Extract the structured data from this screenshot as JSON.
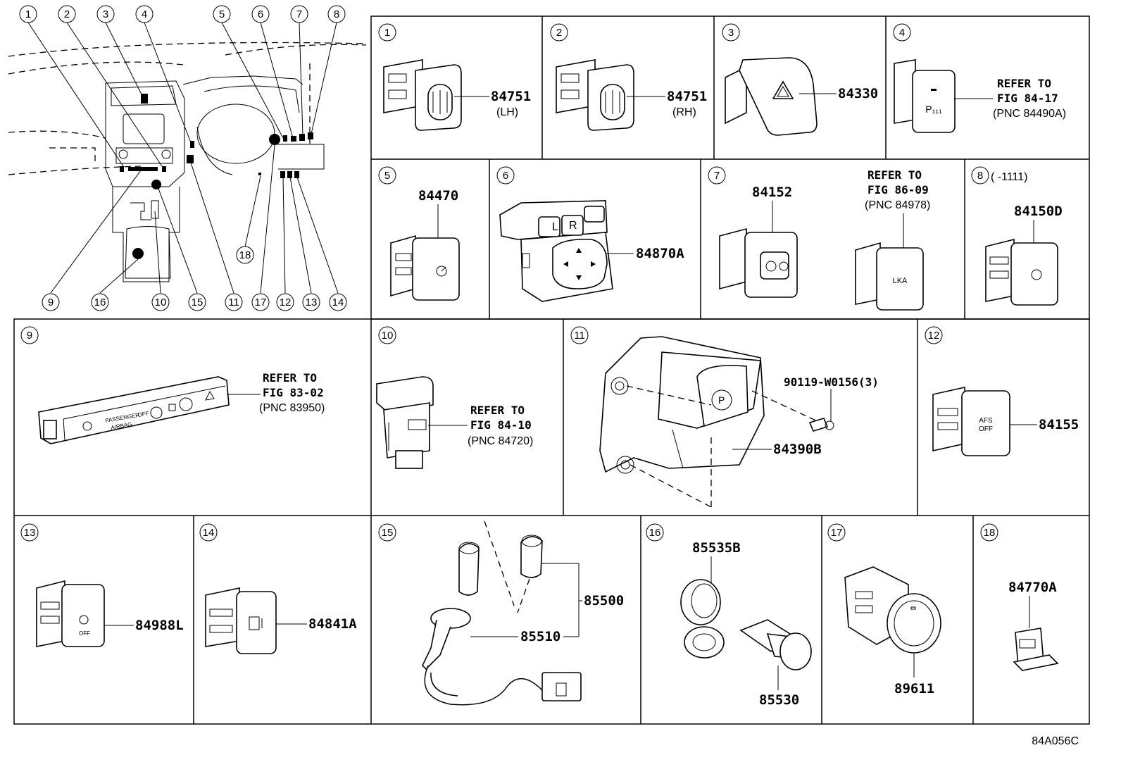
{
  "overview_callouts": [
    "1",
    "2",
    "3",
    "4",
    "5",
    "6",
    "7",
    "8",
    "9",
    "16",
    "10",
    "15",
    "11",
    "17",
    "12",
    "13",
    "14",
    "18"
  ],
  "panels": {
    "p1": {
      "num": "1",
      "pn": "84751",
      "sub": "(LH)"
    },
    "p2": {
      "num": "2",
      "pn": "84751",
      "sub": "(RH)"
    },
    "p3": {
      "num": "3",
      "pn": "84330"
    },
    "p4": {
      "num": "4",
      "ref1": "REFER TO",
      "ref2": "FIG 84-17",
      "ref3": "(PNC 84490A)",
      "icon": "P₁₁₁"
    },
    "p5": {
      "num": "5",
      "pn": "84470"
    },
    "p6": {
      "num": "6",
      "pn": "84870A",
      "l": "L",
      "r": "R"
    },
    "p7": {
      "num": "7",
      "pn": "84152",
      "ref1": "REFER TO",
      "ref2": "FIG 86-09",
      "ref3": "(PNC 84978)",
      "lka": "LKA"
    },
    "p8": {
      "num": "8",
      "range": "(      -1111)",
      "pn": "84150D"
    },
    "p9": {
      "num": "9",
      "ref1": "REFER TO",
      "ref2": "FIG 83-02",
      "ref3": "(PNC 83950)",
      "tx1": "PASSENGER",
      "tx2": "AIRBAG",
      "tx3": "OFF"
    },
    "p10": {
      "num": "10",
      "ref1": "REFER TO",
      "ref2": "FIG 84-10",
      "ref3": "(PNC 84720)"
    },
    "p11": {
      "num": "11",
      "pn_bolt": "90119-W0156(3)",
      "pn": "84390B"
    },
    "p12": {
      "num": "12",
      "pn": "84155",
      "afs1": "AFS",
      "afs2": "OFF"
    },
    "p13": {
      "num": "13",
      "pn": "84988L",
      "off": "OFF"
    },
    "p14": {
      "num": "14",
      "pn": "84841A"
    },
    "p15": {
      "num": "15",
      "pn_a": "85500",
      "pn_b": "85510"
    },
    "p16": {
      "num": "16",
      "pn_a": "85535B",
      "pn_b": "85530"
    },
    "p17": {
      "num": "17",
      "pn": "89611"
    },
    "p18": {
      "num": "18",
      "pn": "84770A"
    }
  },
  "figure_code": "84A056C"
}
